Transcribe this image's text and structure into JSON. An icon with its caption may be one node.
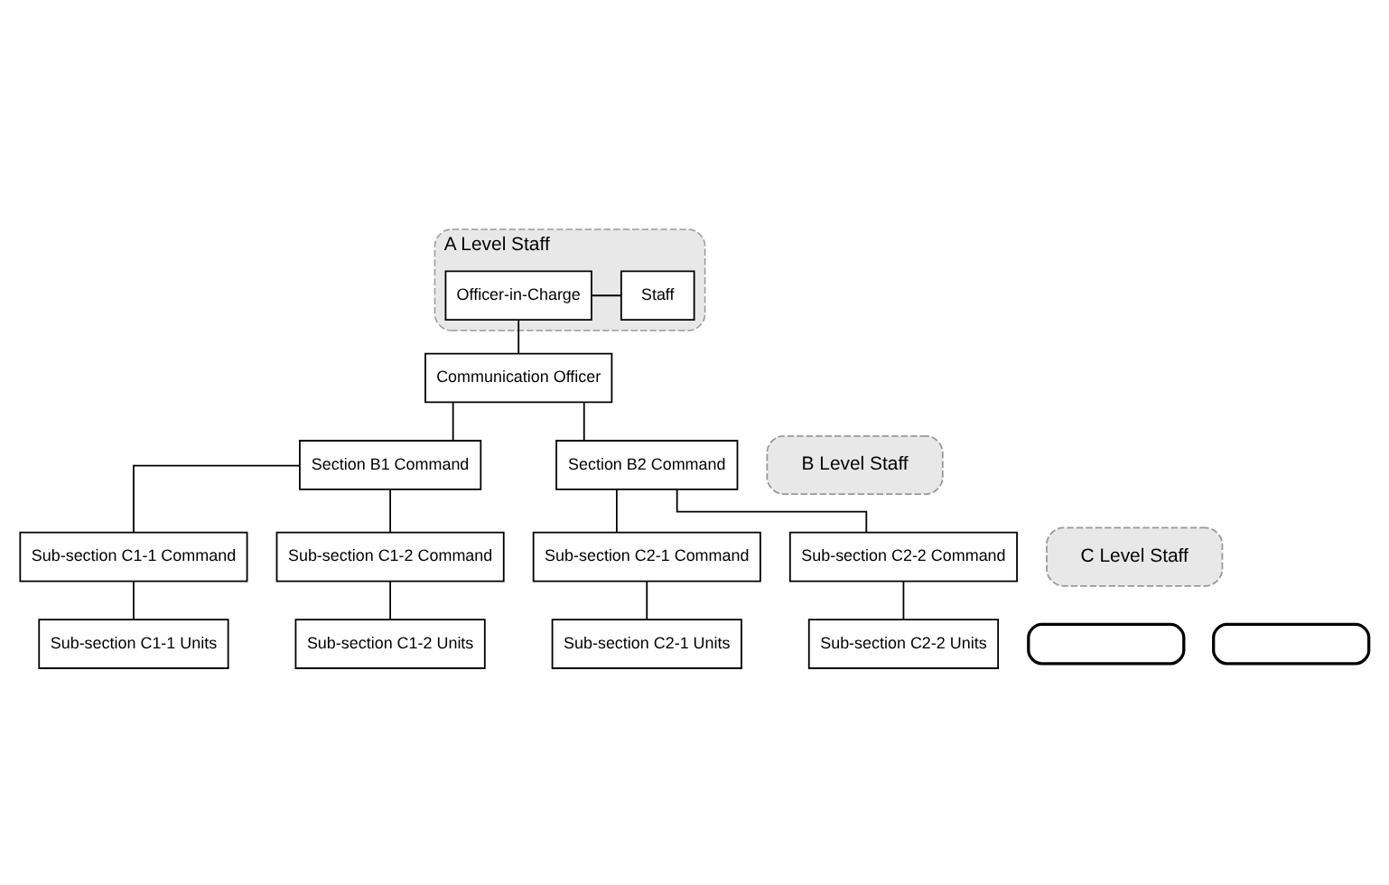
{
  "diagram": {
    "nodes": [
      {
        "text": [
          "A Level Staff"
        ]
      },
      {
        "text": [
          "Officer-in-Charge"
        ],
        "in": 0
      },
      {
        "text": [
          "Staff"
        ],
        "in": 0
      },
      {
        "text": [
          "Communication Officer"
        ]
      },
      {
        "text": [
          "B Level Staff"
        ]
      },
      {
        "text": [
          "C Level Staff"
        ]
      },
      {
        "text": [],
        "shape": "box"
      },
      {
        "text": [],
        "shape": "box"
      },
      {
        "text": [
          "Section B1 Command"
        ]
      },
      {
        "text": [
          "Section B2 Command"
        ]
      },
      {
        "text": [
          "Sub-section C1-1 Command"
        ]
      },
      {
        "text": [
          "Sub-section C1-2 Command"
        ]
      },
      {
        "text": [
          "Sub-section C2-1 Command"
        ]
      },
      {
        "text": [
          "Sub-section C2-2 Command"
        ]
      },
      {
        "text": [
          "Sub-section C1-1 Units"
        ]
      },
      {
        "text": [
          "Sub-section C1-2 Units"
        ]
      },
      {
        "text": [
          "Sub-section C2-1 Units"
        ]
      },
      {
        "text": [
          "Sub-section C2-2 Units"
        ]
      }
    ],
    "edges": [
      {
        "from": 1,
        "to": 2,
        "arrow": "none"
      },
      {
        "from": 1,
        "to": 3,
        "arrow": "none"
      },
      {
        "from": 3,
        "to": 8,
        "arrow": "none"
      },
      {
        "from": 3,
        "to": 9,
        "arrow": "none"
      },
      {
        "from": 8,
        "to": 10,
        "arrow": "none"
      },
      {
        "from": 8,
        "to": 11,
        "arrow": "none"
      },
      {
        "from": 9,
        "to": 12,
        "arrow": "none"
      },
      {
        "from": 9,
        "to": 13,
        "arrow": "none"
      },
      {
        "from": 10,
        "to": 14,
        "arrow": "none"
      },
      {
        "from": 11,
        "to": 15,
        "arrow": "none"
      },
      {
        "from": 12,
        "to": 16,
        "arrow": "none"
      },
      {
        "from": 13,
        "to": 17,
        "arrow": "none"
      }
    ]
  }
}
